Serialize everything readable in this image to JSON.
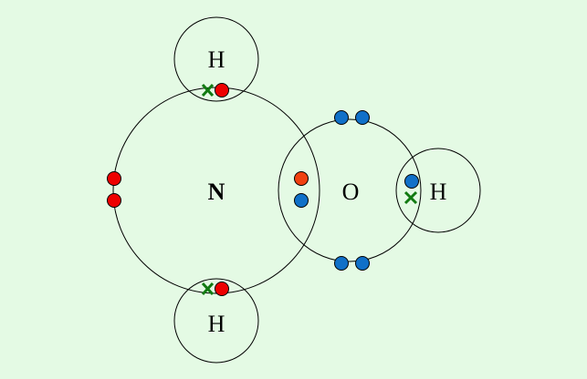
{
  "colors": {
    "background": "#e4fae4",
    "electron_red": "#ee0000",
    "electron_orange": "#f04010",
    "electron_blue": "#1070c8",
    "electron_cross": "#117a11"
  },
  "atoms": {
    "nitrogen": {
      "symbol": "N"
    },
    "oxygen": {
      "symbol": "O"
    },
    "hydrogen_top": {
      "symbol": "H"
    },
    "hydrogen_bottom": {
      "symbol": "H"
    },
    "hydrogen_right": {
      "symbol": "H"
    }
  }
}
